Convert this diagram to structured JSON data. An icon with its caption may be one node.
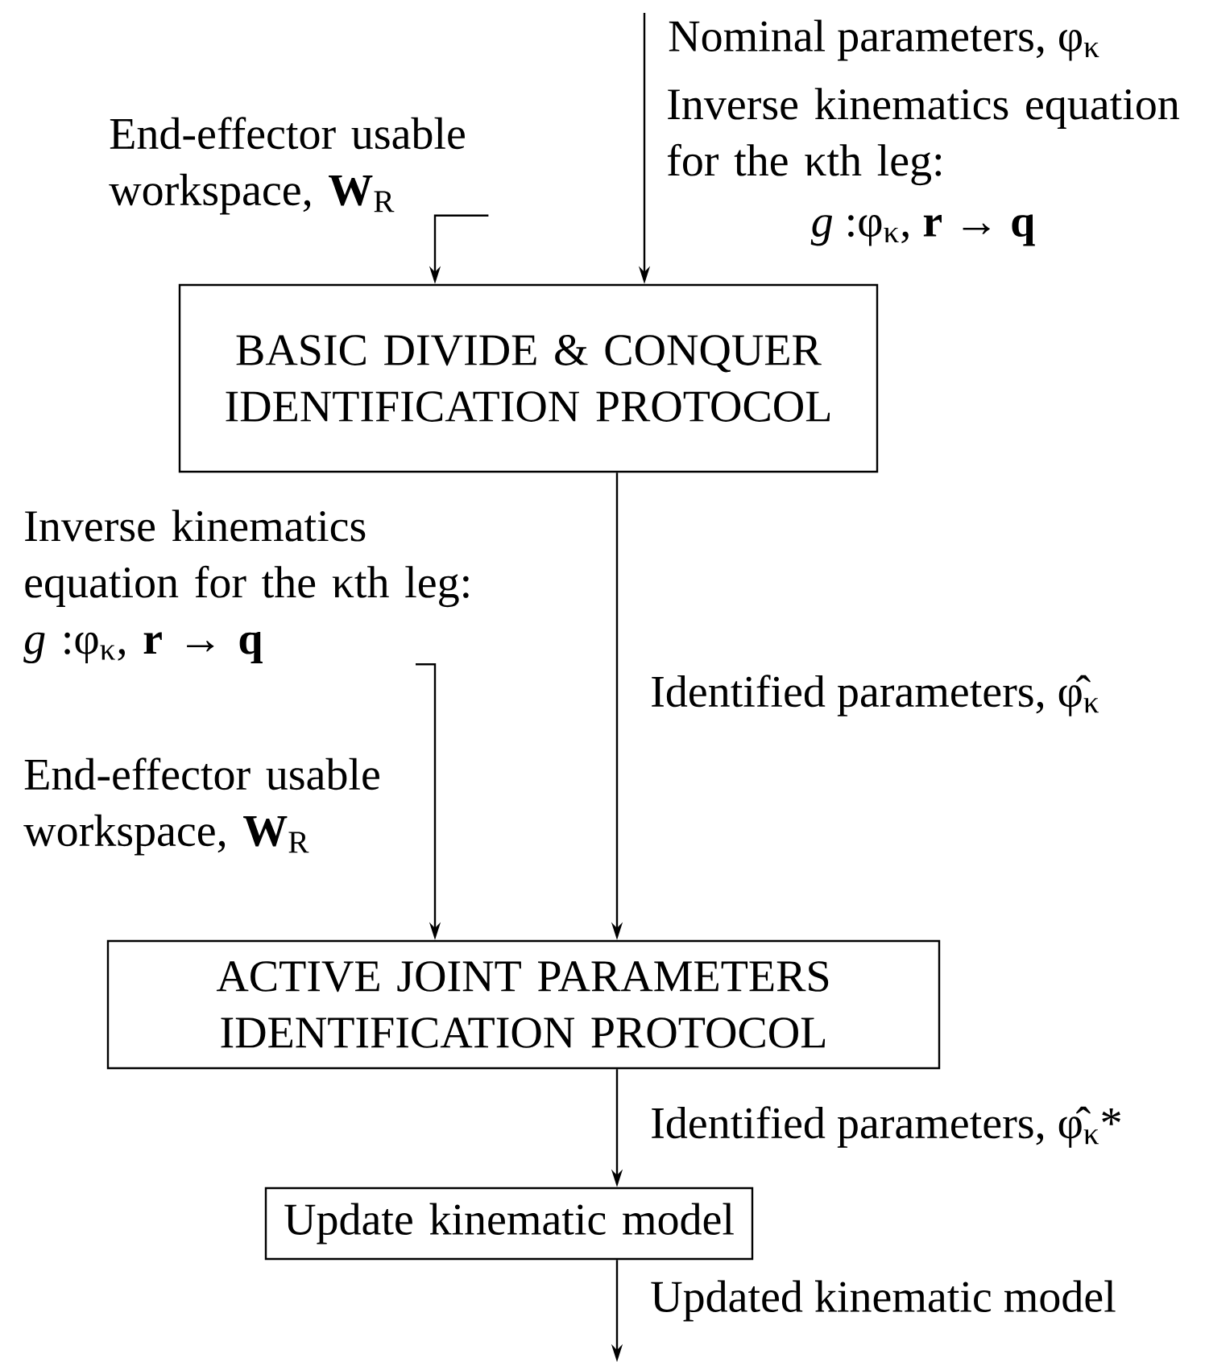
{
  "diagram": {
    "nodes": [
      {
        "text": [
          "End-effector usable workspace, **W**$_{R}$"
        ]
      },
      {
        "text": [
          "BASIC DIVIDE & CONQUER IDENTIFICATION PROTOCOL"
        ]
      },
      {
        "text": [
          "Inverse kinematics equation for the κth leg:",
          "*g* :φ$_{κ}$, **r** → **q**"
        ]
      },
      {
        "text": [
          "ACTIVE JOINT PARAMETERS IDENTIFICATION PROTOCOL"
        ]
      },
      {
        "text": [
          "Update kinematic model"
        ]
      }
    ],
    "edges": [
      {
        "from": null,
        "to": 1,
        "arrow": "to",
        "label": "Nominal parameters, φ$_{κ}$"
      },
      {
        "from": 0,
        "to": 1,
        "arrow": "to"
      },
      {
        "from": 1,
        "to": 3,
        "arrow": "to",
        "label": "Identified parameters, φ̂$_{κ}$"
      },
      {
        "from": 2,
        "to": 3,
        "arrow": "to"
      },
      {
        "from": 3,
        "to": 4,
        "arrow": "to",
        "label": "Identified parameters, φ̂$_{κ}$*"
      },
      {
        "from": 4,
        "to": null,
        "arrow": "to",
        "label": "Updated kinematic model"
      }
    ],
    "labels": [
      "Inverse kinematics equation for the κth leg:",
      "*g* :φ$_{κ}$, **r** → **q**",
      "End-effector usable workspace, **W**$_{R}$"
    ]
  }
}
